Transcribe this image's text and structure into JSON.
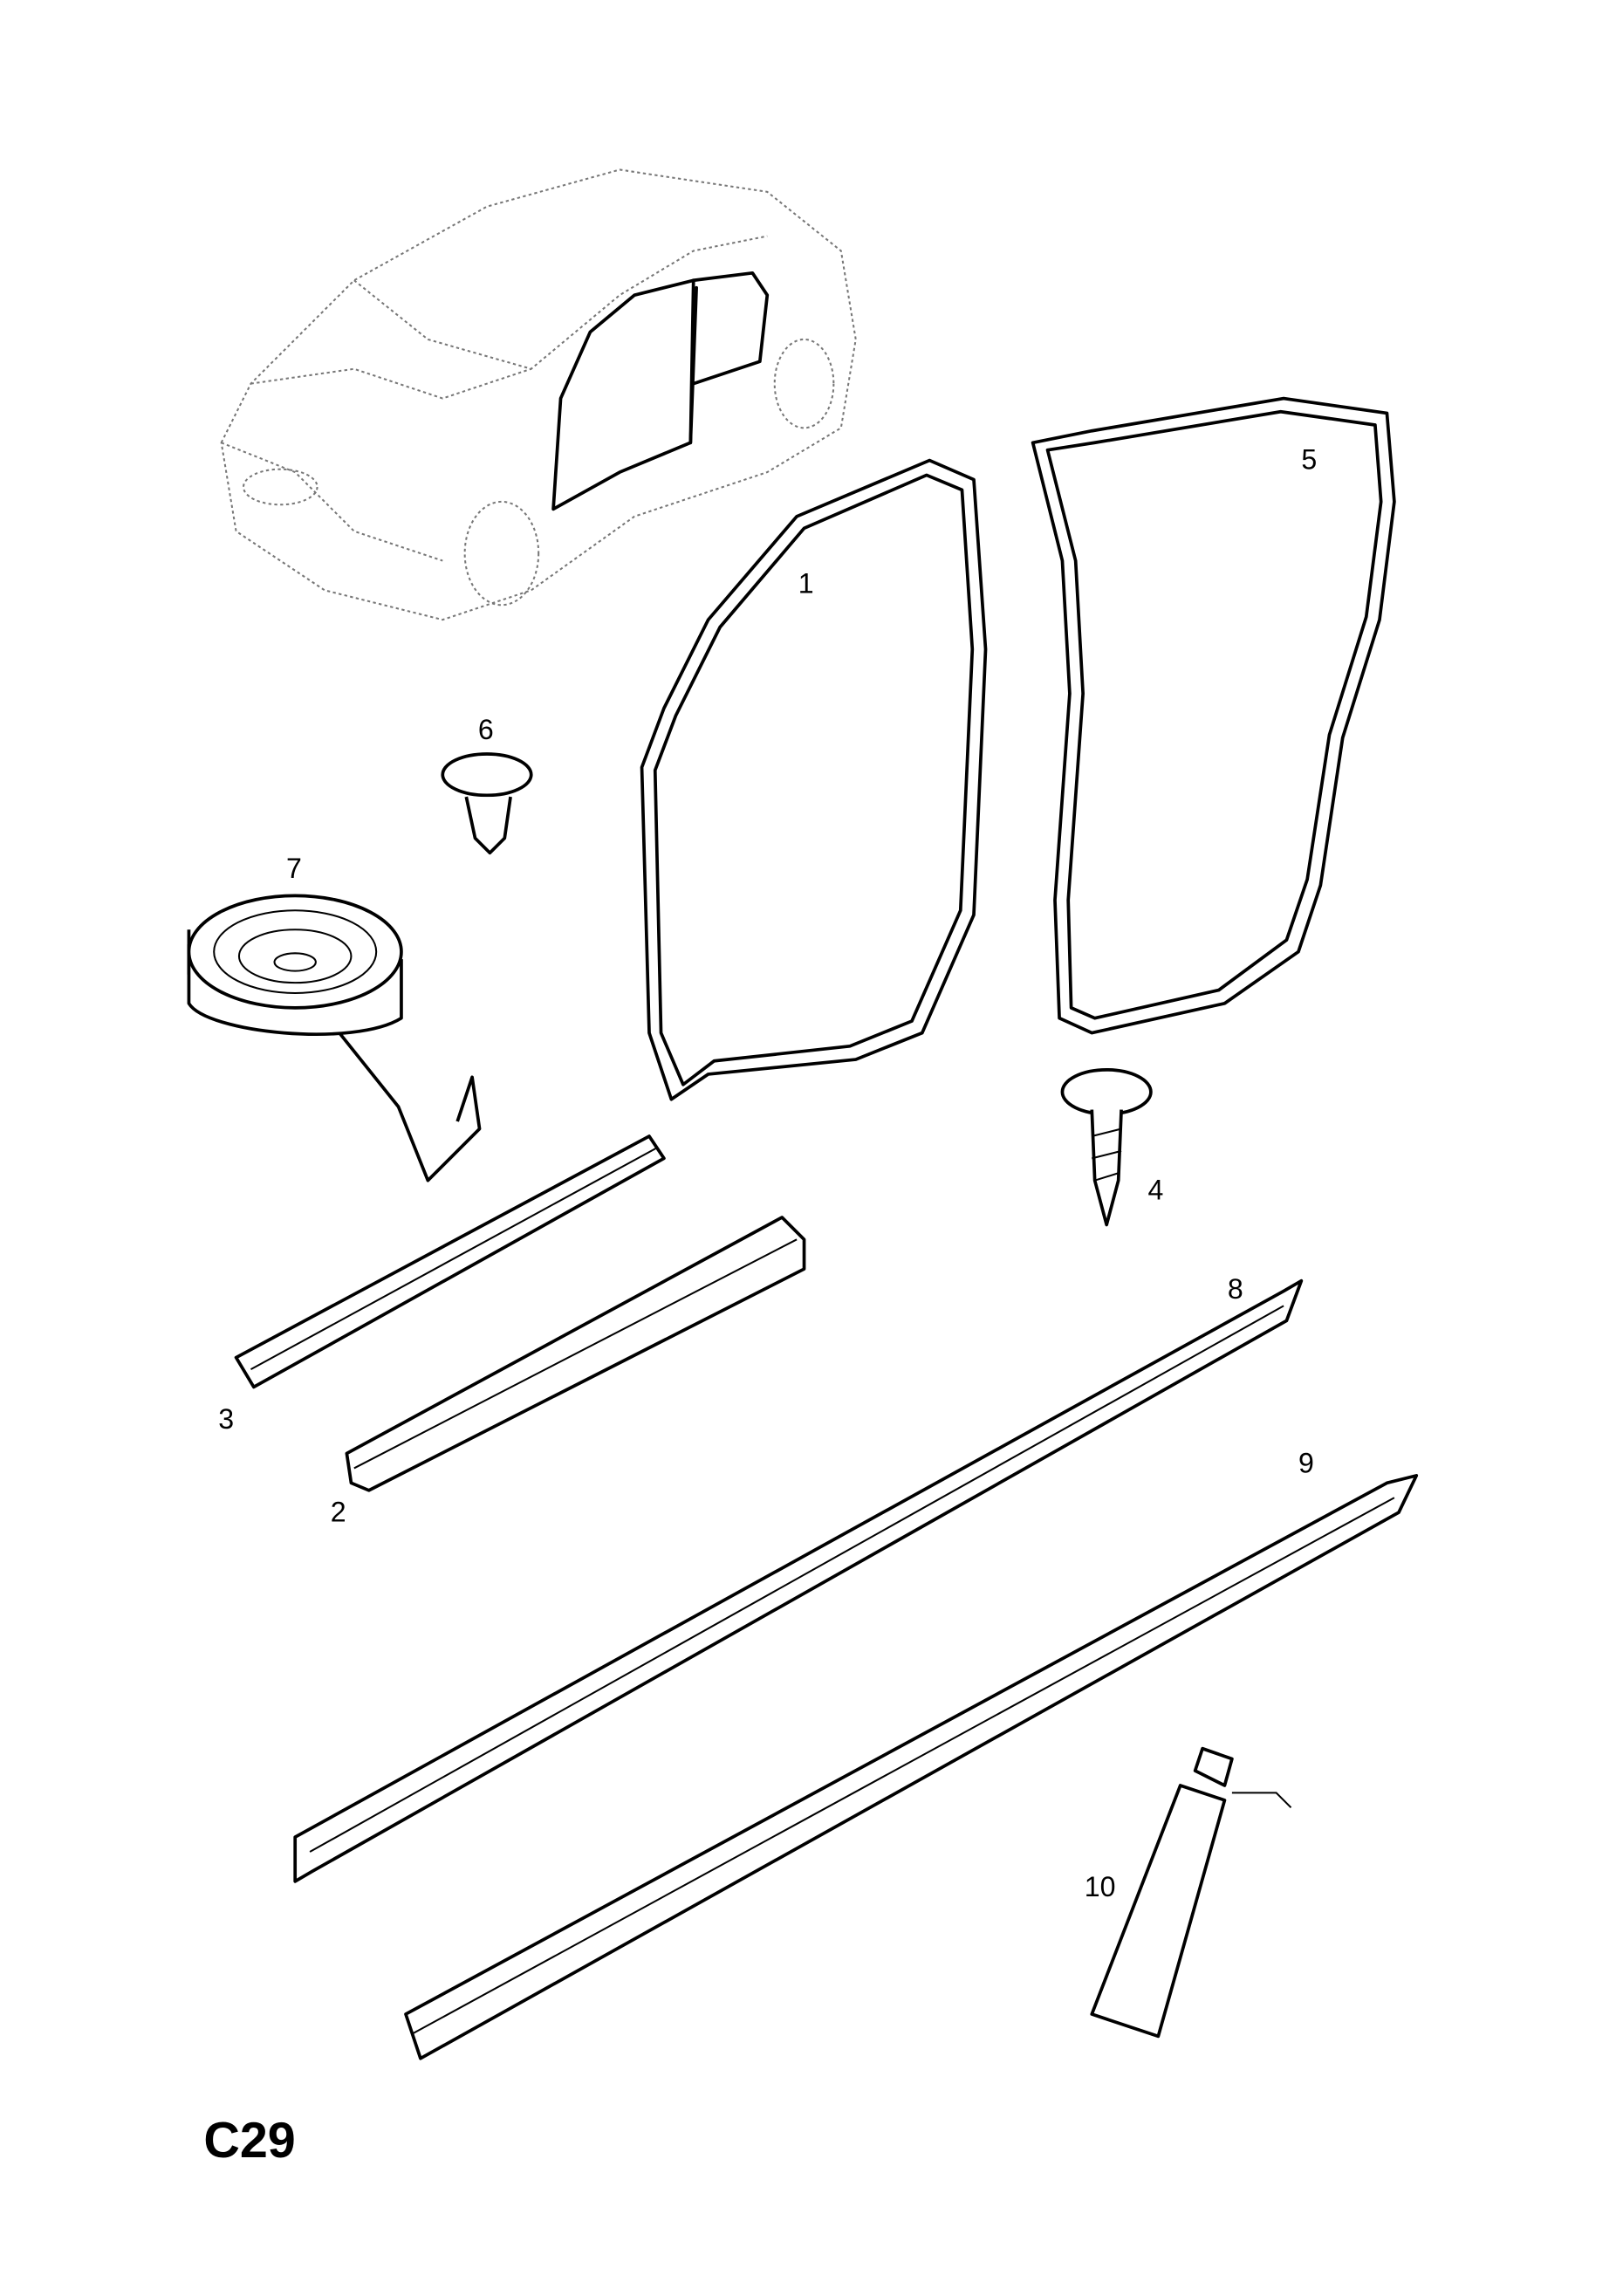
{
  "diagram": {
    "page_code": "C29",
    "parts": [
      {
        "number": "1",
        "name": "front-door-seal"
      },
      {
        "number": "2",
        "name": "window-channel-seal"
      },
      {
        "number": "3",
        "name": "window-channel-seal-inner"
      },
      {
        "number": "4",
        "name": "screw"
      },
      {
        "number": "5",
        "name": "rear-door-seal"
      },
      {
        "number": "6",
        "name": "clip"
      },
      {
        "number": "7",
        "name": "tape-roll"
      },
      {
        "number": "8",
        "name": "front-sill-strip"
      },
      {
        "number": "9",
        "name": "rear-sill-strip"
      },
      {
        "number": "10",
        "name": "adhesive-tube"
      }
    ]
  }
}
